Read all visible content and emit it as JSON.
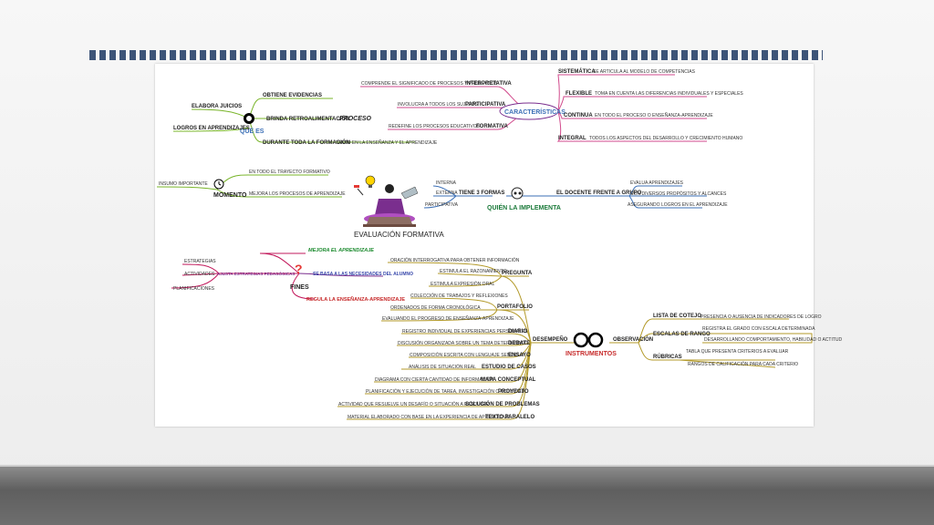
{
  "title": "EVALUACIÓN FORMATIVA",
  "que_es": {
    "label": "QUÉ ES",
    "proceso": "PROCESO",
    "branches": [
      "OBTIENE EVIDENCIAS",
      "BRINDA RETROALIMENTACIÓN",
      "DURANTE TODA LA FORMACIÓN"
    ],
    "elabora": "ELABORA JUICIOS",
    "logros": "LOGROS EN APRENDIZAJES",
    "tanto": "TANTO EN LA ENSEÑANZA Y EL APRENDIZAJE"
  },
  "caracteristicas": {
    "label": "CARACTERÍSTICAS",
    "left": [
      {
        "label": "INTERPRETATIVA",
        "detail": "COMPRENDE EL SIGNIFICADO DE PROCESOS Y PRODUCTOS"
      },
      {
        "label": "PARTICIPATIVA",
        "detail": "INVOLUCRA A TODOS LOS SUJETOS"
      },
      {
        "label": "FORMATIVA",
        "detail": "REDEFINE LOS PROCESOS EDUCATIVOS"
      }
    ],
    "right": [
      {
        "label": "SISTEMÁTICA",
        "detail": "SE ARTICULA AL MODELO DE COMPETENCIAS"
      },
      {
        "label": "FLEXIBLE",
        "detail": "TOMA EN CUENTA LAS DIFERENCIAS INDIVIDUALES Y ESPECIALES"
      },
      {
        "label": "CONTINUA",
        "detail": "EN TODO EL PROCESO O ENSEÑANZA-APRENDIZAJE"
      },
      {
        "label": "INTEGRAL",
        "detail": "TODOS LOS ASPECTOS DEL DESARROLLO Y CRECIMIENTO HUMANO"
      }
    ]
  },
  "momento": {
    "label": "MOMENTO",
    "insumo": "INSUMO IMPORTANTE",
    "items": [
      "EN TODO EL TRAYECTO FORMATIVO",
      "MEJORA LOS PROCESOS DE APRENDIZAJE"
    ]
  },
  "implementa": {
    "label": "QUIÉN LA IMPLEMENTA",
    "tiene": "TIENE 3 FORMAS",
    "formas": [
      "INTERNA",
      "EXTERNA",
      "PARTICIPATIVA"
    ],
    "docente": "EL DOCENTE FRENTE A GRUPO",
    "docente_items": [
      "EVALUA APRENDIZAJES",
      "CON DIVERSOS PROPÓSITOS Y ALCANCES",
      "ASEGURANDO LOGROS EN EL APRENDIZAJE"
    ]
  },
  "fines": {
    "label": "FINES",
    "left": [
      "ESTRATEGIAS",
      "ACTIVIDADES",
      "PLANIFICACIONES"
    ],
    "ajusta": "AJUSTA ESTRATEGIAS PEDAGÓGICAS",
    "right": [
      "MEJORA EL APRENDIZAJE",
      "SE BASA A LAS NECESIDADES DEL ALUMNO",
      "REGULA LA ENSEÑANZA-APRENDIZAJE"
    ]
  },
  "instrumentos": {
    "label": "INSTRUMENTOS",
    "desempeno": "DESEMPEÑO",
    "items": [
      {
        "label": "PREGUNTA",
        "details": [
          "ORACIÓN INTERROGATIVA PARA OBTENER INFORMACIÓN",
          "ESTIMULA EL RAZONAMIENTO",
          "ESTIMULA EXPRESIÓN ORAL"
        ]
      },
      {
        "label": "PORTAFOLIO",
        "details": [
          "COLECCIÓN DE TRABAJOS Y REFLEXIONES",
          "ORDENADOS DE FORMA CRONOLÓGICA",
          "EVALUANDO EL PROGRESO DE ENSEÑANZA-APRENDIZAJE"
        ]
      },
      {
        "label": "DIARIO",
        "details": [
          "REGISTRO INDIVIDUAL DE EXPERIENCIAS PERSONALES"
        ]
      },
      {
        "label": "DEBATE",
        "details": [
          "DISCUSIÓN ORGANIZADA SOBRE UN TEMA DETERMINADO"
        ]
      },
      {
        "label": "ENSAYO",
        "details": [
          "COMPOSICIÓN ESCRITA CON LENGUAJE SENCILLO"
        ]
      },
      {
        "label": "ESTUDIO DE CASOS",
        "details": [
          "ANÁLISIS DE SITUACIÓN REAL"
        ]
      },
      {
        "label": "MAPA CONCEPTUAL",
        "details": [
          "DIAGRAMA CON CIERTA CANTIDAD DE INFORMACIÓN"
        ]
      },
      {
        "label": "PROYECTO",
        "details": [
          "PLANIFICACIÓN Y EJECUCIÓN DE TAREA, INVESTIGACIÓN O ACTIVIDAD"
        ]
      },
      {
        "label": "SOLUCIÓN DE PROBLEMAS",
        "details": [
          "ACTIVIDAD QUE RESUELVE UN DESAFÍO O SITUACIÓN A RESOLVER"
        ]
      },
      {
        "label": "TEXTO PARALELO",
        "details": [
          "MATERIAL ELABORADO CON BASE EN LA EXPERIENCIA DE APRENDIZAJE"
        ]
      }
    ],
    "observacion": "OBSERVACIÓN",
    "obs_items": [
      {
        "label": "LISTA DE COTEJO",
        "details": [
          "PRESENCIA O AUSENCIA DE INDICADORES DE LOGRO"
        ]
      },
      {
        "label": "ESCALAS DE RANGO",
        "details": [
          "REGISTRA EL GRADO CON ESCALA DETERMINADA",
          "DESARROLLANDO COMPORTAMIENTO, HABILIDAD O ACTITUD"
        ]
      },
      {
        "label": "RÚBRICAS",
        "details": [
          "TABLA QUE PRESENTA CRITERIOS A EVALUAR",
          "RANGOS DE CALIFICACIÓN PARA CADA CRITERIO"
        ]
      }
    ]
  },
  "colors": {
    "green": "#78b428",
    "purple": "#7a2e8e",
    "pink": "#d14a8c",
    "blue": "#3b6fb6",
    "magenta": "#c2185b",
    "olive": "#b39a2a",
    "stripe": "#3d5478"
  }
}
